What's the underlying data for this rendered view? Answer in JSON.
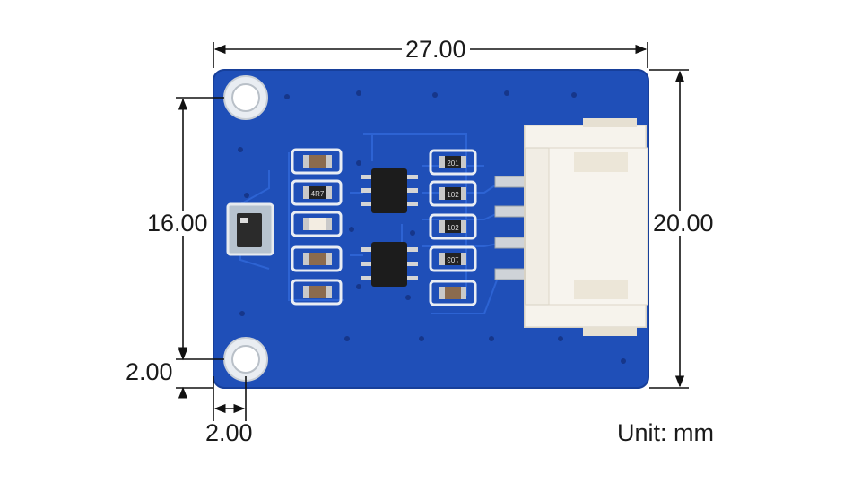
{
  "dimensions": {
    "width": "27.00",
    "height": "20.00",
    "hole_span": "16.00",
    "hole_offset_y": "2.00",
    "hole_offset_x": "2.00"
  },
  "unit_label": "Unit: mm",
  "silkscreen": {
    "r1": "201",
    "r2": "102",
    "r3": "102",
    "r4": "103",
    "r5": "4R7"
  },
  "colors": {
    "pcb": "#1f4fb8",
    "pcb_edge": "#173f9a",
    "trace": "#2a5fd0",
    "connector": "#f1ede4",
    "dimension_line": "#111111"
  }
}
